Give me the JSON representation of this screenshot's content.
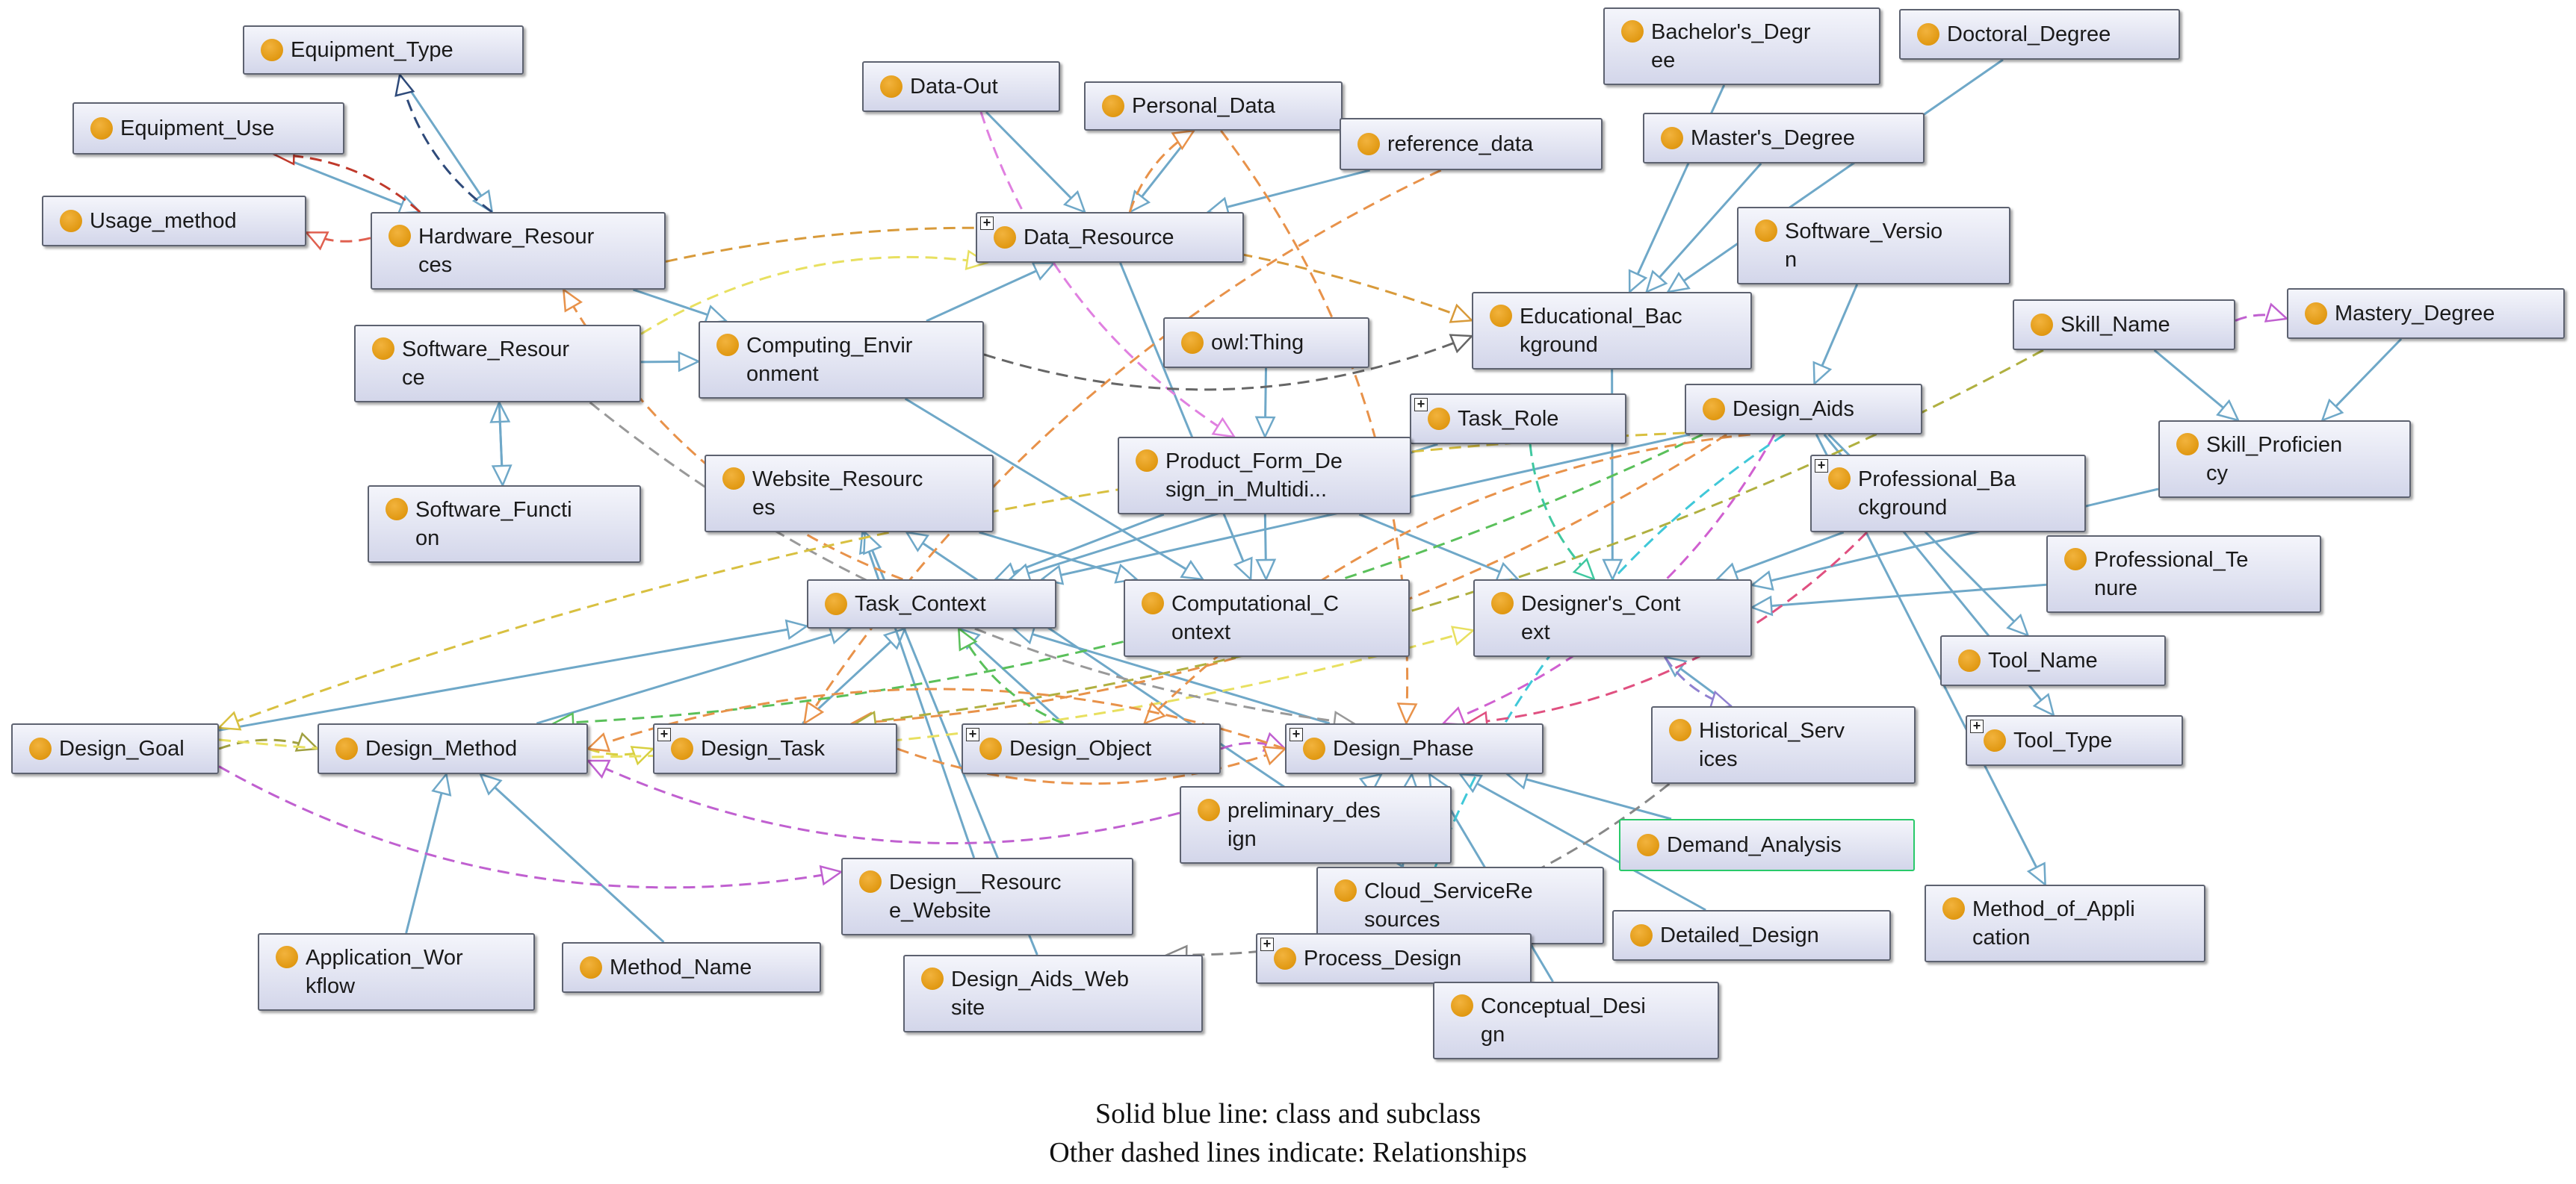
{
  "nodes": {
    "equipment_type": {
      "label": "Equipment_Type"
    },
    "equipment_use": {
      "label": "Equipment_Use"
    },
    "usage_method": {
      "label": "Usage_method"
    },
    "hardware_resources": {
      "label": "Hardware_Resour\nces"
    },
    "data_out": {
      "label": "Data-Out"
    },
    "personal_data": {
      "label": "Personal_Data"
    },
    "reference_data": {
      "label": "reference_data"
    },
    "data_resource": {
      "label": "Data_Resource"
    },
    "bachelors_degree": {
      "label": "Bachelor's_Degr\nee"
    },
    "doctoral_degree": {
      "label": "Doctoral_Degree"
    },
    "masters_degree": {
      "label": "Master's_Degree"
    },
    "software_version": {
      "label": "Software_Versio\nn"
    },
    "software_resource": {
      "label": "Software_Resour\nce"
    },
    "computing_environment": {
      "label": "Computing_Envir\nonment"
    },
    "owl_thing": {
      "label": "owl:Thing"
    },
    "educational_background": {
      "label": "Educational_Bac\nkground"
    },
    "skill_name": {
      "label": "Skill_Name"
    },
    "mastery_degree": {
      "label": "Mastery_Degree"
    },
    "software_function": {
      "label": "Software_Functi\non"
    },
    "task_role": {
      "label": "Task_Role"
    },
    "design_aids": {
      "label": "Design_Aids"
    },
    "website_resources": {
      "label": "Website_Resourc\nes"
    },
    "product_form_design": {
      "label": "Product_Form_De\nsign_in_Multidi..."
    },
    "professional_background": {
      "label": "Professional_Ba\nckground"
    },
    "skill_proficiency": {
      "label": "Skill_Proficien\ncy"
    },
    "professional_tenure": {
      "label": "Professional_Te\nnure"
    },
    "task_context": {
      "label": "Task_Context"
    },
    "computational_context": {
      "label": "Computational_C\nontext"
    },
    "designers_context": {
      "label": "Designer's_Cont\next"
    },
    "tool_name": {
      "label": "Tool_Name"
    },
    "tool_type": {
      "label": "Tool_Type"
    },
    "design_goal": {
      "label": "Design_Goal"
    },
    "design_method": {
      "label": "Design_Method"
    },
    "design_task": {
      "label": "Design_Task"
    },
    "design_object": {
      "label": "Design_Object"
    },
    "design_phase": {
      "label": "Design_Phase"
    },
    "historical_services": {
      "label": "Historical_Serv\nices"
    },
    "preliminary_design": {
      "label": "preliminary_des\nign"
    },
    "demand_analysis": {
      "label": "Demand_Analysis"
    },
    "design_resource_website": {
      "label": "Design__Resourc\ne_Website"
    },
    "cloud_service_resources": {
      "label": "Cloud_ServiceRe\nsources"
    },
    "detailed_design": {
      "label": "Detailed_Design"
    },
    "method_of_application": {
      "label": "Method_of_Appli\ncation"
    },
    "application_workflow": {
      "label": "Application_Wor\nkflow"
    },
    "method_name": {
      "label": "Method_Name"
    },
    "design_aids_website": {
      "label": "Design_Aids_Web\nsite"
    },
    "process_design": {
      "label": "Process_Design"
    },
    "conceptual_design": {
      "label": "Conceptual_Desi\ngn"
    }
  },
  "edges": [
    {
      "from": "equipment_type",
      "to": "hardware_resources",
      "kind": "subclass",
      "color": "#6fa8c8"
    },
    {
      "from": "equipment_use",
      "to": "hardware_resources",
      "kind": "subclass",
      "color": "#6fa8c8"
    },
    {
      "from": "hardware_resources",
      "to": "equipment_type",
      "kind": "relation",
      "color": "#2e4a7a"
    },
    {
      "from": "hardware_resources",
      "to": "equipment_use",
      "kind": "relation",
      "color": "#c0392b"
    },
    {
      "from": "hardware_resources",
      "to": "usage_method",
      "kind": "relation",
      "color": "#e06050"
    },
    {
      "from": "hardware_resources",
      "to": "computing_environment",
      "kind": "subclass",
      "color": "#6fa8c8"
    },
    {
      "from": "software_resource",
      "to": "computing_environment",
      "kind": "subclass",
      "color": "#6fa8c8"
    },
    {
      "from": "software_function",
      "to": "software_resource",
      "kind": "subclass",
      "color": "#6fa8c8"
    },
    {
      "from": "software_resource",
      "to": "software_function",
      "kind": "subclass",
      "color": "#6fa8c8"
    },
    {
      "from": "data_out",
      "to": "data_resource",
      "kind": "subclass",
      "color": "#6fa8c8"
    },
    {
      "from": "personal_data",
      "to": "data_resource",
      "kind": "subclass",
      "color": "#6fa8c8"
    },
    {
      "from": "reference_data",
      "to": "data_resource",
      "kind": "subclass",
      "color": "#6fa8c8"
    },
    {
      "from": "data_resource",
      "to": "personal_data",
      "kind": "relation",
      "color": "#e8924a"
    },
    {
      "from": "computing_environment",
      "to": "data_resource",
      "kind": "subclass",
      "color": "#6fa8c8"
    },
    {
      "from": "computing_environment",
      "to": "computational_context",
      "kind": "subclass",
      "color": "#6fa8c8"
    },
    {
      "from": "website_resources",
      "to": "computational_context",
      "kind": "subclass",
      "color": "#6fa8c8"
    },
    {
      "from": "data_resource",
      "to": "computational_context",
      "kind": "subclass",
      "color": "#6fa8c8"
    },
    {
      "from": "owl_thing",
      "to": "product_form_design",
      "kind": "subclass",
      "color": "#6fa8c8"
    },
    {
      "from": "product_form_design",
      "to": "task_context",
      "kind": "subclass",
      "color": "#6fa8c8"
    },
    {
      "from": "product_form_design",
      "to": "computational_context",
      "kind": "subclass",
      "color": "#6fa8c8"
    },
    {
      "from": "product_form_design",
      "to": "designers_context",
      "kind": "subclass",
      "color": "#6fa8c8"
    },
    {
      "from": "bachelors_degree",
      "to": "educational_background",
      "kind": "subclass",
      "color": "#6fa8c8"
    },
    {
      "from": "doctoral_degree",
      "to": "educational_background",
      "kind": "subclass",
      "color": "#6fa8c8"
    },
    {
      "from": "masters_degree",
      "to": "educational_background",
      "kind": "subclass",
      "color": "#6fa8c8"
    },
    {
      "from": "educational_background",
      "to": "designers_context",
      "kind": "subclass",
      "color": "#6fa8c8"
    },
    {
      "from": "professional_background",
      "to": "designers_context",
      "kind": "subclass",
      "color": "#6fa8c8"
    },
    {
      "from": "skill_proficiency",
      "to": "designers_context",
      "kind": "subclass",
      "color": "#6fa8c8"
    },
    {
      "from": "professional_tenure",
      "to": "designers_context",
      "kind": "subclass",
      "color": "#6fa8c8"
    },
    {
      "from": "skill_name",
      "to": "skill_proficiency",
      "kind": "subclass",
      "color": "#6fa8c8"
    },
    {
      "from": "mastery_degree",
      "to": "skill_proficiency",
      "kind": "subclass",
      "color": "#6fa8c8"
    },
    {
      "from": "skill_name",
      "to": "mastery_degree",
      "kind": "relation",
      "color": "#c060d0"
    },
    {
      "from": "software_version",
      "to": "design_aids",
      "kind": "subclass",
      "color": "#6fa8c8"
    },
    {
      "from": "design_aids",
      "to": "tool_name",
      "kind": "subclass",
      "color": "#6fa8c8"
    },
    {
      "from": "design_aids",
      "to": "tool_type",
      "kind": "subclass",
      "color": "#6fa8c8"
    },
    {
      "from": "design_aids",
      "to": "method_of_application",
      "kind": "subclass",
      "color": "#6fa8c8"
    },
    {
      "from": "design_aids",
      "to": "task_context",
      "kind": "subclass",
      "color": "#6fa8c8"
    },
    {
      "from": "task_role",
      "to": "task_context",
      "kind": "subclass",
      "color": "#6fa8c8"
    },
    {
      "from": "design_goal",
      "to": "task_context",
      "kind": "subclass",
      "color": "#6fa8c8"
    },
    {
      "from": "design_method",
      "to": "task_context",
      "kind": "subclass",
      "color": "#6fa8c8"
    },
    {
      "from": "design_task",
      "to": "task_context",
      "kind": "subclass",
      "color": "#6fa8c8"
    },
    {
      "from": "design_object",
      "to": "task_context",
      "kind": "subclass",
      "color": "#6fa8c8"
    },
    {
      "from": "design_phase",
      "to": "task_context",
      "kind": "subclass",
      "color": "#6fa8c8"
    },
    {
      "from": "application_workflow",
      "to": "design_method",
      "kind": "subclass",
      "color": "#6fa8c8"
    },
    {
      "from": "method_name",
      "to": "design_method",
      "kind": "subclass",
      "color": "#6fa8c8"
    },
    {
      "from": "demand_analysis",
      "to": "design_phase",
      "kind": "subclass",
      "color": "#6fa8c8"
    },
    {
      "from": "preliminary_design",
      "to": "design_phase",
      "kind": "subclass",
      "color": "#6fa8c8"
    },
    {
      "from": "detailed_design",
      "to": "design_phase",
      "kind": "subclass",
      "color": "#6fa8c8"
    },
    {
      "from": "process_design",
      "to": "design_phase",
      "kind": "subclass",
      "color": "#6fa8c8"
    },
    {
      "from": "conceptual_design",
      "to": "design_phase",
      "kind": "subclass",
      "color": "#6fa8c8"
    },
    {
      "from": "design_resource_website",
      "to": "website_resources",
      "kind": "subclass",
      "color": "#6fa8c8"
    },
    {
      "from": "design_aids_website",
      "to": "website_resources",
      "kind": "subclass",
      "color": "#6fa8c8"
    },
    {
      "from": "historical_services",
      "to": "designers_context",
      "kind": "subclass",
      "color": "#6fa8c8"
    },
    {
      "from": "cloud_service_resources",
      "to": "website_resources",
      "kind": "subclass",
      "color": "#6fa8c8"
    },
    {
      "from": "design_goal",
      "to": "design_resource_website",
      "kind": "relation",
      "color": "#c060d0"
    },
    {
      "from": "design_object",
      "to": "design_phase",
      "kind": "relation",
      "color": "#c060d0"
    },
    {
      "from": "design_method",
      "to": "design_task",
      "kind": "relation",
      "color": "#d8d040"
    },
    {
      "from": "design_goal",
      "to": "design_method",
      "kind": "relation",
      "color": "#a0a040"
    },
    {
      "from": "design_goal",
      "to": "designers_context",
      "kind": "relation",
      "color": "#e8e060"
    },
    {
      "from": "task_context",
      "to": "hardware_resources",
      "kind": "relation",
      "color": "#e8924a"
    },
    {
      "from": "data_out",
      "to": "product_form_design",
      "kind": "relation",
      "color": "#e080e0"
    },
    {
      "from": "personal_data",
      "to": "design_phase",
      "kind": "relation",
      "color": "#e8924a"
    },
    {
      "from": "reference_data",
      "to": "design_task",
      "kind": "relation",
      "color": "#e8924a"
    },
    {
      "from": "hardware_resources",
      "to": "educational_background",
      "kind": "relation",
      "color": "#d89a3a"
    },
    {
      "from": "computing_environment",
      "to": "educational_background",
      "kind": "relation",
      "color": "#666666"
    },
    {
      "from": "software_resource",
      "to": "data_resource",
      "kind": "relation",
      "color": "#e8e060"
    },
    {
      "from": "software_resource",
      "to": "design_phase",
      "kind": "relation",
      "color": "#999999"
    },
    {
      "from": "design_aids",
      "to": "design_method",
      "kind": "relation",
      "color": "#5ac05a"
    },
    {
      "from": "design_aids",
      "to": "design_object",
      "kind": "relation",
      "color": "#e8924a"
    },
    {
      "from": "design_aids",
      "to": "design_phase",
      "kind": "relation",
      "color": "#d060d0"
    },
    {
      "from": "design_aids",
      "to": "process_design",
      "kind": "relation",
      "color": "#40c8d8"
    },
    {
      "from": "design_aids",
      "to": "design_task",
      "kind": "relation",
      "color": "#e8924a"
    },
    {
      "from": "design_aids",
      "to": "design_goal",
      "kind": "relation",
      "color": "#d8c040"
    },
    {
      "from": "skill_name",
      "to": "design_task",
      "kind": "relation",
      "color": "#b0b040"
    },
    {
      "from": "task_role",
      "to": "designers_context",
      "kind": "relation",
      "color": "#40c8a0"
    },
    {
      "from": "professional_background",
      "to": "design_phase",
      "kind": "relation",
      "color": "#e05080"
    },
    {
      "from": "designers_context",
      "to": "historical_services",
      "kind": "relation",
      "color": "#9080d0"
    },
    {
      "from": "historical_services",
      "to": "design_aids_website",
      "kind": "relation",
      "color": "#888888"
    },
    {
      "from": "design_phase",
      "to": "design_method",
      "kind": "relation",
      "color": "#e8924a"
    },
    {
      "from": "preliminary_design",
      "to": "design_method",
      "kind": "relation",
      "color": "#c060d0"
    },
    {
      "from": "design_task",
      "to": "design_phase",
      "kind": "relation",
      "color": "#e8924a"
    },
    {
      "from": "design_object",
      "to": "task_context",
      "kind": "relation",
      "color": "#5ac05a"
    }
  ],
  "legend": {
    "line1": "Solid blue line: class and subclass",
    "line2": "Other dashed lines indicate: Relationships"
  }
}
